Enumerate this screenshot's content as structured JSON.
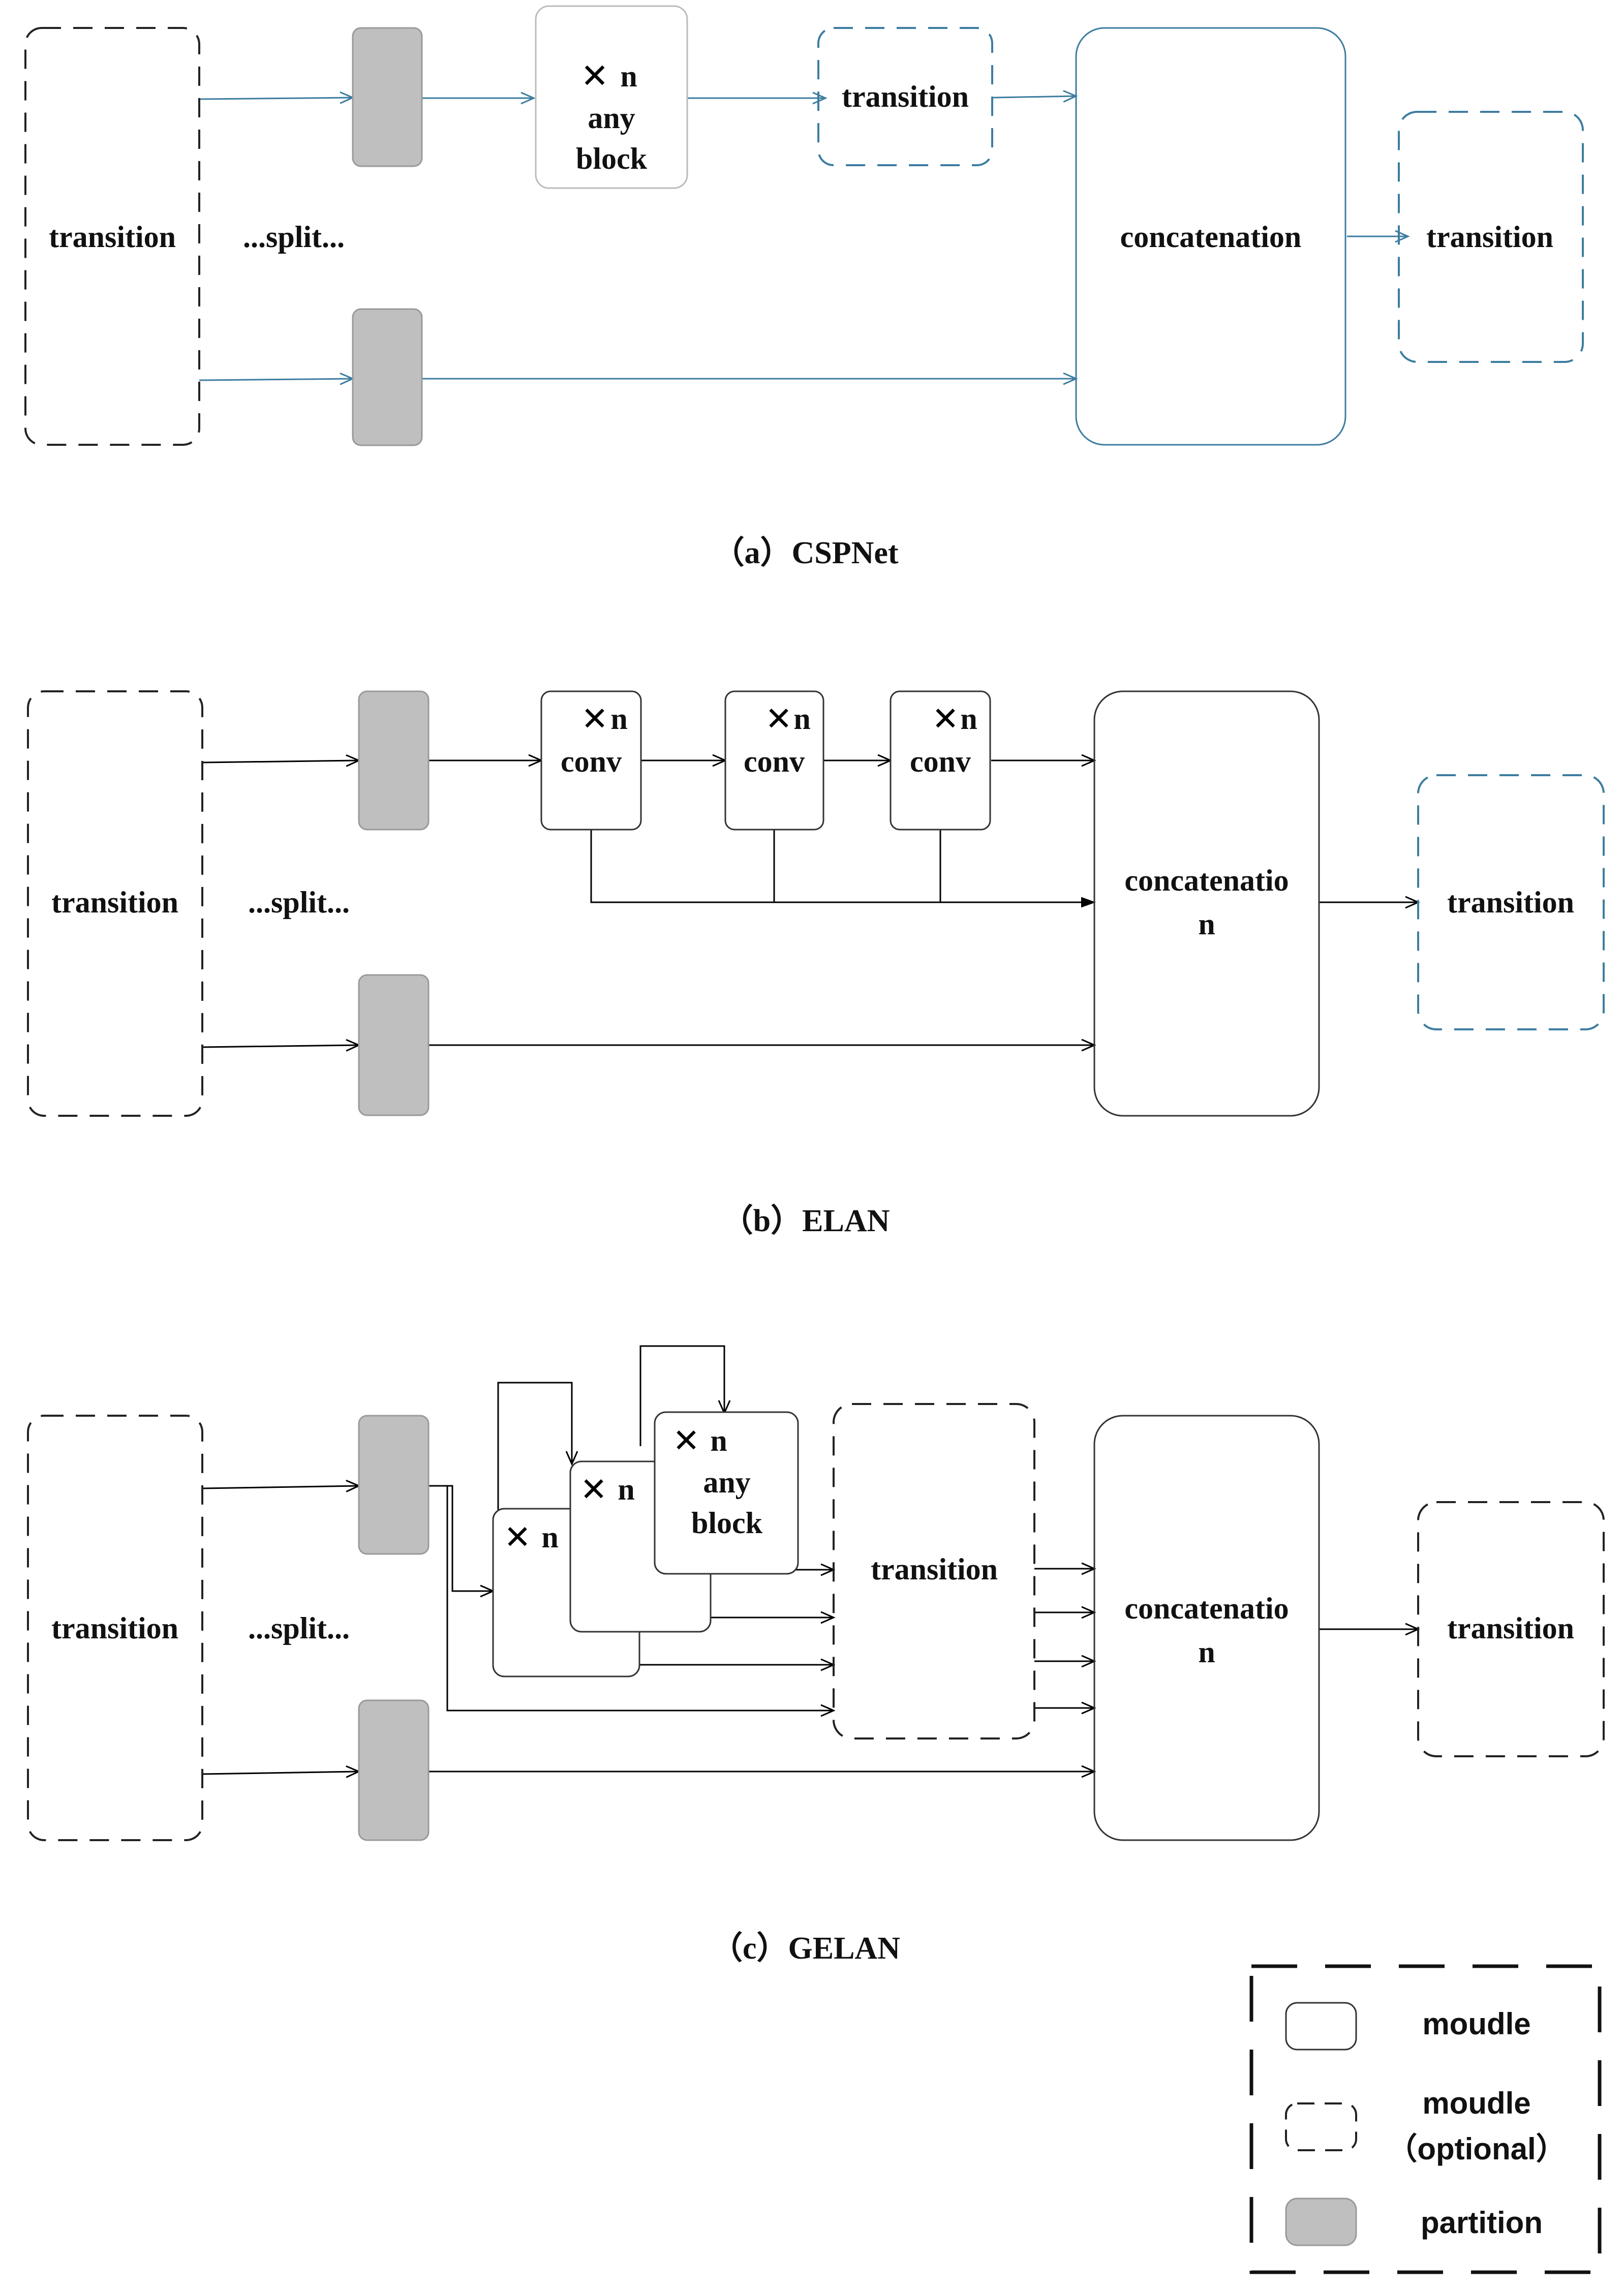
{
  "colors": {
    "blue_line": "#3d7da0",
    "black_line": "#000000",
    "partition_fill": "#bfbfbf",
    "partition_stroke": "#9a9a9a",
    "module_stroke": "#333333"
  },
  "icons": {
    "multiply": "✕"
  },
  "cspnet": {
    "caption": "（a）CSPNet",
    "left_transition": "transition",
    "split": "...split...",
    "block_times": "n",
    "block_line1": "any",
    "block_line2": "block",
    "mid_transition": "transition",
    "concat": "concatenation",
    "right_transition": "transition"
  },
  "elan": {
    "caption": "（b）ELAN",
    "left_transition": "transition",
    "split": "...split...",
    "conv_times": "n",
    "conv_label": "conv",
    "concat_line1": "concatenatio",
    "concat_line2": "n",
    "right_transition": "transition"
  },
  "gelan": {
    "caption": "（c）GELAN",
    "left_transition": "transition",
    "split": "...split...",
    "block_times": "n",
    "block_line1": "any",
    "block_line2": "block",
    "mid_transition": "transition",
    "concat_line1": "concatenatio",
    "concat_line2": "n",
    "right_transition": "transition"
  },
  "legend": {
    "module": "moudle",
    "optional_line1": "moudle",
    "optional_line2": "（optional）",
    "partition": "partition"
  }
}
